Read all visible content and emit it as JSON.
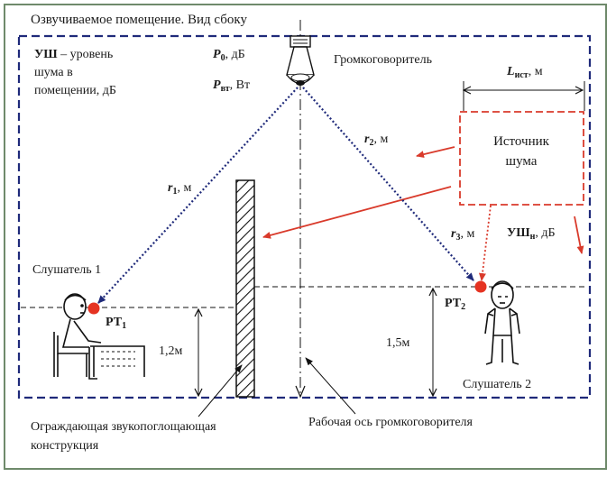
{
  "title": "Озвучиваемое помещение. Вид сбоку",
  "legend_ush": {
    "bold": "УШ",
    "rest": " – уровень",
    "line2": "шума в",
    "line3": "помещении, дБ"
  },
  "p0": {
    "sym": "P",
    "sub": "0",
    "unit": ", дБ"
  },
  "pvt": {
    "sym": "P",
    "sub": "вт",
    "unit": ", Вт"
  },
  "speaker_label": "Громкоговоритель",
  "lsrc": {
    "sym": "L",
    "sub": "ист",
    "unit": ", м"
  },
  "source_label": {
    "line1": "Источник",
    "line2": "шума"
  },
  "r1": {
    "sym": "r",
    "sub": "1",
    "unit": ", м"
  },
  "r2": {
    "sym": "r",
    "sub": "2",
    "unit": ", м"
  },
  "r3": {
    "sym": "r",
    "sub": "3",
    "unit": ", м"
  },
  "ushn": {
    "bold": "УШ",
    "sub": "н",
    "unit": ", дБ"
  },
  "listener1": "Слушатель 1",
  "listener2": "Слушатель 2",
  "pt1": {
    "sym": "РТ",
    "sub": "1"
  },
  "pt2": {
    "sym": "РТ",
    "sub": "2"
  },
  "h1": "1,2м",
  "h2": "1,5м",
  "barrier_label": {
    "line1": "Ограждающая звукопоглощающая",
    "line2": "конструкция"
  },
  "axis_label": "Рабочая ось громкоговорителя",
  "colors": {
    "room": "#1f2a7a",
    "noise": "#d93a2b",
    "frame": "#6f8a6b",
    "point": "#e53322"
  }
}
